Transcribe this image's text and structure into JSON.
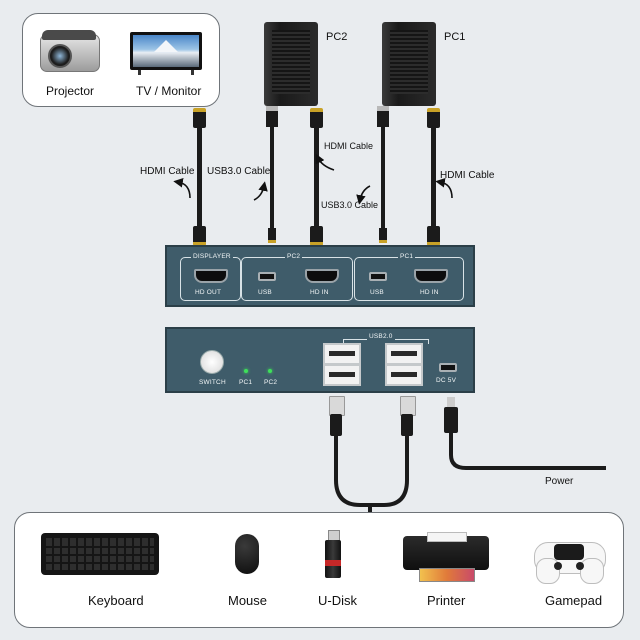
{
  "top_devices": {
    "projector": "Projector",
    "tv": "TV / Monitor"
  },
  "pcs": {
    "pc2": "PC2",
    "pc1": "PC1"
  },
  "cables": {
    "hdmi_left": "HDMI Cable",
    "usb_left": "USB3.0 Cable",
    "hdmi_mid": "HDMI Cable",
    "usb_mid": "USB3.0 Cable",
    "hdmi_right": "HDMI Cable",
    "power": "Power"
  },
  "front_panel": {
    "displayer": "DISPLAYER",
    "hd_out": "HD OUT",
    "pc2": "PC2",
    "pc1": "PC1",
    "usb": "USB",
    "hd_in": "HD IN"
  },
  "back_panel": {
    "usb2": "USB2.0",
    "switch": "SWITCH",
    "pc1": "PC1",
    "pc2": "PC2",
    "dc": "DC 5V"
  },
  "peripherals": [
    "Keyboard",
    "Mouse",
    "U-Disk",
    "Printer",
    "Gamepad"
  ],
  "colors": {
    "panel": "#3f5c6a",
    "led": "#3ee05a",
    "connector": "#c9a227"
  }
}
